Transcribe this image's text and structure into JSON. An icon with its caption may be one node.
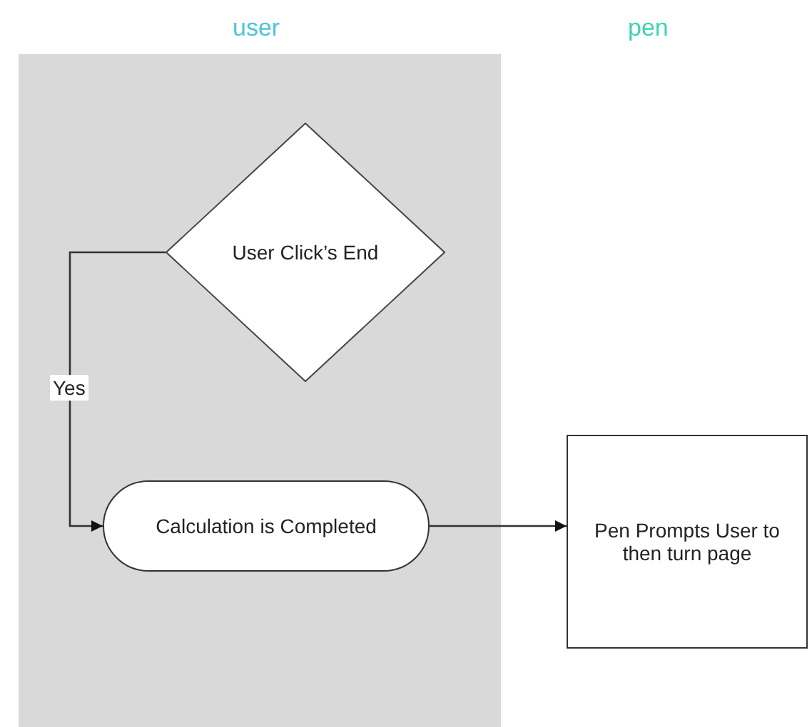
{
  "diagram": {
    "nodes": [
      {
        "text": [
          "user"
        ]
      },
      {
        "text": [
          "User Click’s End"
        ],
        "in": 0
      },
      {
        "text": [
          "Calculation is Completed"
        ],
        "in": 0
      },
      {
        "text": [
          "Pen Prompts User to then turn page"
        ]
      }
    ],
    "edges": [
      {
        "from": 1,
        "to": 2,
        "arrow": "to",
        "label": "Yes"
      },
      {
        "from": 2,
        "to": 3,
        "arrow": "to"
      }
    ],
    "labels": [
      "pen"
    ]
  }
}
